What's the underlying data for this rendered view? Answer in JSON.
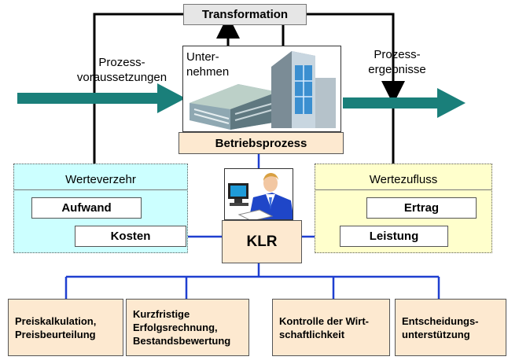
{
  "transformation": "Transformation",
  "inputs": "Prozess-\nvoraussetzungen",
  "outputs": "Prozess-\nergebnisse",
  "company": "Unter-\nnehmen",
  "process": "Betriebsprozess",
  "consumption": {
    "title": "Werteverzehr",
    "items": [
      "Aufwand",
      "Kosten"
    ]
  },
  "inflow": {
    "title": "Wertezufluss",
    "items": [
      "Ertrag",
      "Leistung"
    ]
  },
  "klr": "KLR",
  "tasks": [
    "Preiskalkulation,\nPreisbeurteilung",
    "Kurzfristige\nErfolgsrechnung,\nBestandsbewertung",
    "Kontrolle der Wirt-\nschaftlichkeit",
    "Entscheidungs-\nunterstützung"
  ],
  "colors": {
    "arrow_teal": "#1a7f7a",
    "connector_blue": "#1f3fd0",
    "cyan_panel": "#ccffff",
    "yellow_panel": "#ffffcc",
    "peach_box": "#fde9d0",
    "gray_box": "#e6e6e6"
  }
}
